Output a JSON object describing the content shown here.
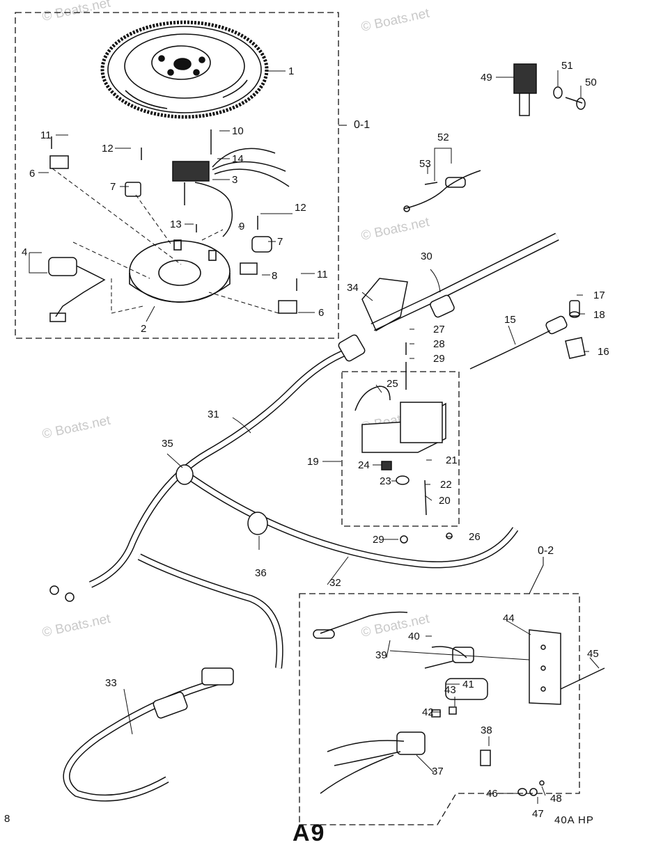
{
  "watermark": "© Boats.net",
  "groups": {
    "g01": "0-1",
    "g02": "0-2"
  },
  "labels": {
    "p1": "1",
    "p2": "2",
    "p3": "3",
    "p4": "4",
    "p6a": "6",
    "p6b": "6",
    "p7a": "7",
    "p7b": "7",
    "p8": "8",
    "p9": "9",
    "p10": "10",
    "p11a": "11",
    "p11b": "11",
    "p12a": "12",
    "p12b": "12",
    "p13": "13",
    "p14": "14",
    "p15": "15",
    "p16": "16",
    "p17": "17",
    "p18": "18",
    "p19": "19",
    "p20": "20",
    "p21": "21",
    "p22": "22",
    "p23": "23",
    "p24": "24",
    "p25": "25",
    "p26": "26",
    "p27": "27",
    "p28": "28",
    "p29a": "29",
    "p29b": "29",
    "p30": "30",
    "p31": "31",
    "p32": "32",
    "p33": "33",
    "p34": "34",
    "p35": "35",
    "p36": "36",
    "p37": "37",
    "p38": "38",
    "p39": "39",
    "p40": "40",
    "p41": "41",
    "p42": "42",
    "p43": "43",
    "p44": "44",
    "p45": "45",
    "p46": "46",
    "p47": "47",
    "p48": "48",
    "p49": "49",
    "p50": "50",
    "p51": "51",
    "p52": "52",
    "p53": "53"
  },
  "footer": {
    "page": "8",
    "sheet": "A9",
    "model": "40A  HP"
  }
}
